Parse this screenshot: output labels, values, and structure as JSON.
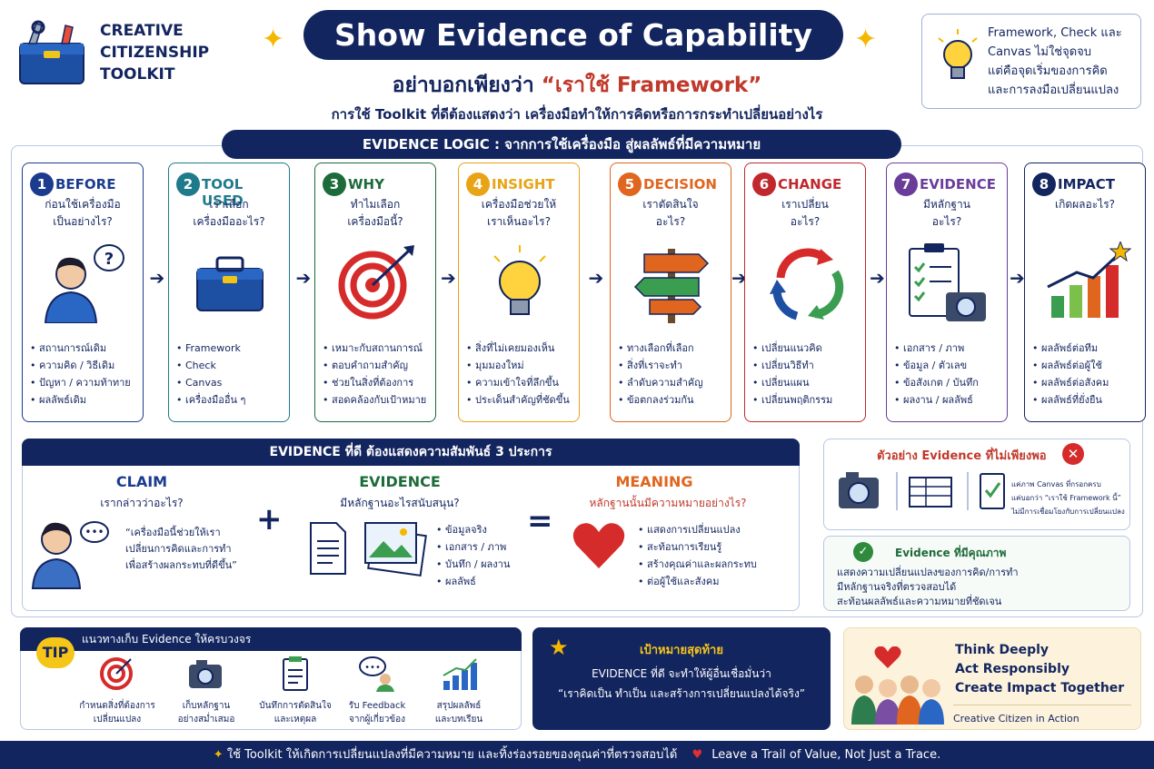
{
  "brand": {
    "line1": "CREATIVE",
    "line2": "CITIZENSHIP",
    "line3": "TOOLKIT",
    "icon": "toolbox-icon"
  },
  "header": {
    "title": "Show Evidence of Capability",
    "subtitle_prefix": "อย่าบอกเพียงว่า ",
    "subtitle_highlight": "“เราใช้ Framework”",
    "subtitle2": "การใช้ Toolkit ที่ดีต้องแสดงว่า เครื่องมือทำให้การคิดหรือการกระทำเปลี่ยนอย่างไร"
  },
  "top_note": {
    "line1": "Framework, Check และ",
    "line2": "Canvas ไม่ใช่จุดจบ",
    "line3": "แต่คือจุดเริ่มของการคิด",
    "line4": "และการลงมือเปลี่ยนแปลง",
    "icon": "lightbulb-icon"
  },
  "logic": {
    "title": "EVIDENCE LOGIC : จากการใช้เครื่องมือ สู่ผลลัพธ์ที่มีความหมาย"
  },
  "steps": [
    {
      "num": "1",
      "label": "BEFORE",
      "q1": "ก่อนใช้เครื่องมือ",
      "q2": "เป็นอย่างไร?",
      "color": "#1b3b8f",
      "items": [
        "สถานการณ์เดิม",
        "ความคิด / วิธีเดิม",
        "ปัญหา / ความท้าทาย",
        "ผลลัพธ์เดิม"
      ]
    },
    {
      "num": "2",
      "label": "TOOL USED",
      "q1": "เราเลือก",
      "q2": "เครื่องมืออะไร?",
      "color": "#1f7a8c",
      "items": [
        "Framework",
        "Check",
        "Canvas",
        "เครื่องมืออื่น ๆ"
      ]
    },
    {
      "num": "3",
      "label": "WHY",
      "q1": "ทำไมเลือก",
      "q2": "เครื่องมือนี้?",
      "color": "#1d6b3a",
      "items": [
        "เหมาะกับสถานการณ์",
        "ตอบคำถามสำคัญ",
        "ช่วยในสิ่งที่ต้องการ",
        "สอดคล้องกับเป้าหมาย"
      ]
    },
    {
      "num": "4",
      "label": "INSIGHT",
      "q1": "เครื่องมือช่วยให้",
      "q2": "เราเห็นอะไร?",
      "color": "#e8a317",
      "items": [
        "สิ่งที่ไม่เคยมองเห็น",
        "มุมมองใหม่",
        "ความเข้าใจที่ลึกขึ้น",
        "ประเด็นสำคัญที่ชัดขึ้น"
      ]
    },
    {
      "num": "5",
      "label": "DECISION",
      "q1": "เราตัดสินใจ",
      "q2": "อะไร?",
      "color": "#e0651e",
      "items": [
        "ทางเลือกที่เลือก",
        "สิ่งที่เราจะทำ",
        "ลำดับความสำคัญ",
        "ข้อตกลงร่วมกัน"
      ]
    },
    {
      "num": "6",
      "label": "CHANGE",
      "q1": "เราเปลี่ยน",
      "q2": "อะไร?",
      "color": "#c0282d",
      "items": [
        "เปลี่ยนแนวคิด",
        "เปลี่ยนวิธีทำ",
        "เปลี่ยนแผน",
        "เปลี่ยนพฤติกรรม"
      ]
    },
    {
      "num": "7",
      "label": "EVIDENCE",
      "q1": "มีหลักฐาน",
      "q2": "อะไร?",
      "color": "#6a3d9a",
      "items": [
        "เอกสาร / ภาพ",
        "ข้อมูล / ตัวเลข",
        "ข้อสังเกต / บันทึก",
        "ผลงาน / ผลลัพธ์"
      ]
    },
    {
      "num": "8",
      "label": "IMPACT",
      "q1": "เกิดผลอะไร?",
      "q2": "",
      "color": "#13255f",
      "items": [
        "ผลลัพธ์ต่อทีม",
        "ผลลัพธ์ต่อผู้ใช้",
        "ผลลัพธ์ต่อสังคม",
        "ผลลัพธ์ที่ยั่งยืน"
      ]
    }
  ],
  "relation": {
    "title": "EVIDENCE ที่ดี ต้องแสดงความสัมพันธ์ 3 ประการ",
    "claim": {
      "label": "CLAIM",
      "q": "เรากล่าวว่าอะไร?",
      "quote1": "“เครื่องมือนี้ช่วยให้เรา",
      "quote2": "เปลี่ยนการคิดและการทำ",
      "quote3": "เพื่อสร้างผลกระทบที่ดีขึ้น”"
    },
    "plus": "+",
    "evidence": {
      "label": "EVIDENCE",
      "q": "มีหลักฐานอะไรสนับสนุน?",
      "items": [
        "ข้อมูลจริง",
        "เอกสาร / ภาพ",
        "บันทึก / ผลงาน",
        "ผลลัพธ์"
      ]
    },
    "equals": "=",
    "meaning": {
      "label": "MEANING",
      "q": "หลักฐานนั้นมีความหมายอย่างไร?",
      "items": [
        "แสดงการเปลี่ยนแปลง",
        "สะท้อนการเรียนรู้",
        "สร้างคุณค่าและผลกระทบ",
        "ต่อผู้ใช้และสังคม"
      ]
    }
  },
  "bad_example": {
    "title": "ตัวอย่าง Evidence ที่ไม่เพียงพอ",
    "items": [
      "แค่ภาพ Canvas ที่กรอกครบ",
      "แค่บอกว่า “เราใช้ Framework นี้”",
      "ไม่มีการเชื่อมโยงกับการเปลี่ยนแปลง"
    ]
  },
  "good_example": {
    "title": "Evidence ที่มีคุณภาพ",
    "items": [
      "แสดงความเปลี่ยนแปลงของการคิด/การทำ",
      "มีหลักฐานจริงที่ตรวจสอบได้",
      "สะท้อนผลลัพธ์และความหมายที่ชัดเจน"
    ]
  },
  "tip": {
    "badge": "TIP",
    "title": "แนวทางเก็บ Evidence ให้ครบวงจร",
    "items": [
      {
        "l1": "กำหนดสิ่งที่ต้องการ",
        "l2": "เปลี่ยนแปลง",
        "icon": "target-icon"
      },
      {
        "l1": "เก็บหลักฐาน",
        "l2": "อย่างสม่ำเสมอ",
        "icon": "camera-icon"
      },
      {
        "l1": "บันทึกการตัดสินใจ",
        "l2": "และเหตุผล",
        "icon": "notepad-icon"
      },
      {
        "l1": "รับ Feedback",
        "l2": "จากผู้เกี่ยวข้อง",
        "icon": "feedback-icon"
      },
      {
        "l1": "สรุปผลลัพธ์",
        "l2": "และบทเรียน",
        "icon": "chart-icon"
      }
    ]
  },
  "goal": {
    "title": "เป้าหมายสุดท้าย",
    "line1": "EVIDENCE ที่ดี จะทำให้ผู้อื่นเชื่อมั่นว่า",
    "line2": "“เราคิดเป็น ทำเป็น และสร้างการเปลี่ยนแปลงได้จริง”"
  },
  "think": {
    "line1": "Think Deeply",
    "line2": "Act Responsibly",
    "line3": "Create Impact Together",
    "caption": "Creative Citizen in Action"
  },
  "footer": {
    "left": "ใช้ Toolkit ให้เกิดการเปลี่ยนแปลงที่มีความหมาย และทิ้งร่องรอยของคุณค่าที่ตรวจสอบได้",
    "right": "Leave a Trail of Value, Not Just a Trace."
  }
}
